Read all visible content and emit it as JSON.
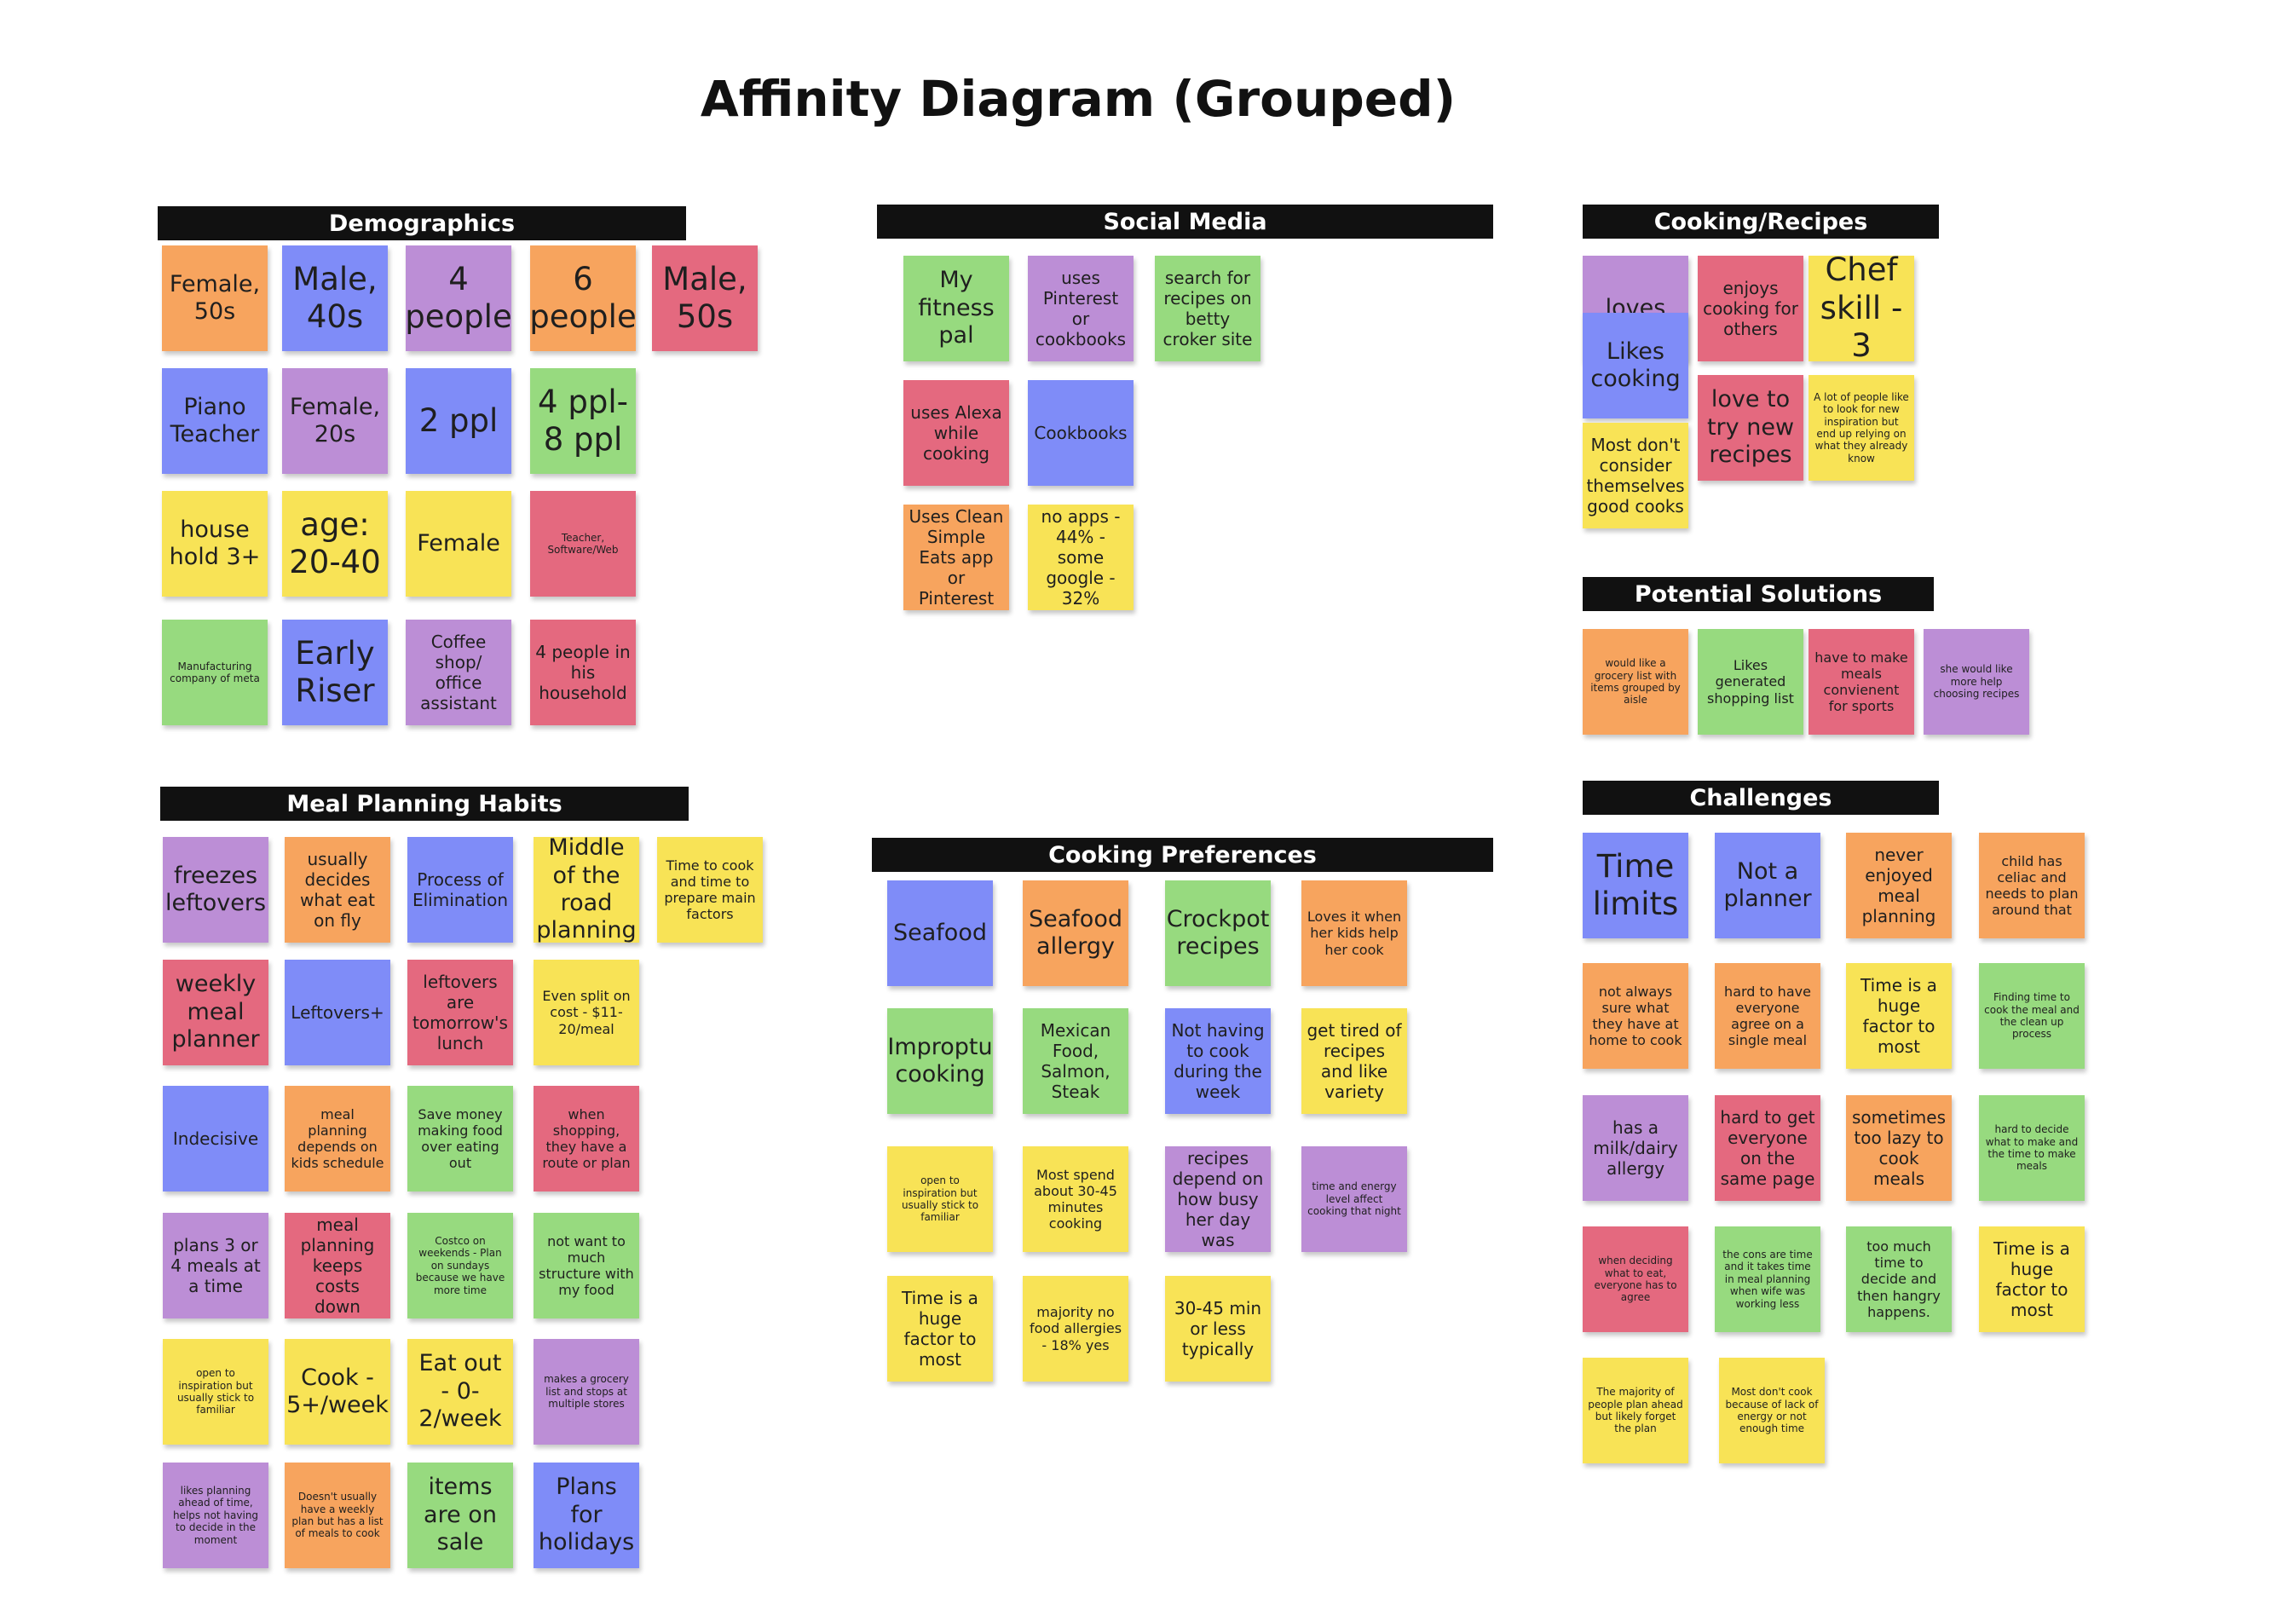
{
  "title": "Affinity Diagram (Grouped)",
  "colors": {
    "orange": "#F7A45E",
    "blue": "#7F8CF8",
    "purple": "#BC8ED6",
    "pink": "#E4697F",
    "green": "#97DA7F",
    "yellow": "#F8E356",
    "header": "#111111"
  },
  "groups": {
    "demographics": {
      "label": "Demographics",
      "notes": [
        "Female, 50s",
        "Male, 40s",
        "4 people",
        "6 people",
        "Male, 50s",
        "Piano Teacher",
        "Female, 20s",
        "2 ppl",
        "4 ppl-8 ppl",
        "house hold 3+",
        "age: 20-40",
        "Female",
        "Teacher, Software/Web",
        "Manufacturing company of meta",
        "Early Riser",
        "Coffee shop/ office assistant",
        "4 people in his household"
      ]
    },
    "social_media": {
      "label": "Social Media",
      "notes": [
        "My fitness pal",
        "uses Pinterest or cookbooks",
        "search for recipes on betty croker site",
        "uses Alexa while cooking",
        "Cookbooks",
        "Uses Clean Simple Eats app or Pinterest",
        "no apps - 44% - some google - 32%"
      ]
    },
    "cooking_recipes": {
      "label": "Cooking/Recipes",
      "notes": [
        "loves",
        "Likes cooking",
        "Most don't consider themselves good cooks",
        "enjoys cooking for others",
        "Chef skill - 3",
        "love to try new recipes",
        "A lot of people like to look for new inspiration but end up relying on what they already know"
      ]
    },
    "potential_solutions": {
      "label": "Potential Solutions",
      "notes": [
        "would like a grocery list with items grouped by aisle",
        "Likes generated shopping list",
        "have to make meals convienent for sports",
        "she would like more help choosing recipes"
      ]
    },
    "meal_planning": {
      "label": "Meal Planning Habits",
      "notes": [
        "freezes leftovers",
        "usually decides what eat on fly",
        "Process of Elimination",
        "Middle of the road planning",
        "Time to cook and time to prepare main factors",
        "weekly meal planner",
        "Leftovers+",
        "leftovers are tomorrow's lunch",
        "Even split on cost - $11-20/meal",
        "Indecisive",
        "meal planning depends on kids schedule",
        "Save money making food over eating out",
        "when shopping, they have a route or plan",
        "plans 3 or 4 meals at a time",
        "meal planning keeps costs down",
        "Costco on weekends - Plan on sundays because we have more time",
        "not want to much structure with my food",
        "open to inspiration but usually stick to familiar",
        "Cook - 5+/week",
        "Eat out - 0-2/week",
        "makes a grocery list and stops at multiple stores",
        "likes planning ahead of time, helps not having to decide in the moment",
        "Doesn't usually have a weekly plan but has a list of meals to cook",
        "items are on sale",
        "Plans for holidays"
      ]
    },
    "cooking_preferences": {
      "label": "Cooking Preferences",
      "notes": [
        "Seafood",
        "Seafood allergy",
        "Crockpot recipes",
        "Loves it when her kids help her cook",
        "Improptu cooking",
        "Mexican Food, Salmon, Steak",
        "Not having to cook during the week",
        "get tired of recipes and like variety",
        "open to inspiration but usually stick to familiar",
        "Most spend about 30-45 minutes cooking",
        "recipes depend on how busy her day was",
        "time and energy level affect cooking that night",
        "Time is a huge factor to most",
        "majority no food allergies - 18% yes",
        "30-45 min or less typically"
      ]
    },
    "challenges": {
      "label": "Challenges",
      "notes": [
        "Time limits",
        "Not a planner",
        "never enjoyed meal planning",
        "child has celiac and needs to plan around that",
        "not always sure what they have at home to cook",
        "hard to have everyone agree on a single meal",
        "Time is a huge factor to most",
        "Finding time to cook the meal and the clean up process",
        "has a milk/dairy allergy",
        "hard to get everyone on the same page",
        "sometimes too lazy to cook meals",
        "hard to decide what to make and the time to make meals",
        "when deciding what to eat, everyone has to agree",
        "the cons are time and it takes time in meal planning when wife was working less",
        "too much time to decide and then hangry happens.",
        "Time is a huge factor to most",
        "The majority of people plan ahead but likely forget the plan",
        "Most don't cook because of lack of energy or not enough time"
      ]
    }
  }
}
